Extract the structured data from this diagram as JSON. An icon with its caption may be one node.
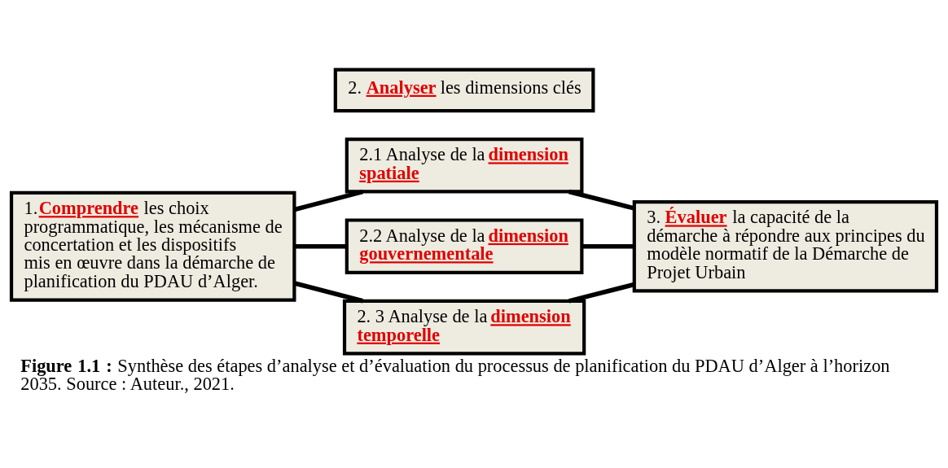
{
  "diagram": {
    "caption": "**Figure 1.1 :** Synthèse des étapes d’analyse et d’évaluation du processus de planification du PDAU d’Alger à l’horizon 2035. Source : Auteur., 2021.",
    "nodes": [
      {
        "text": [
          "2. **Analyser** les dimensions clés"
        ]
      },
      {
        "text": [
          "1.**Comprendre** les choix programmatique, les mécanisme de concertation et les dispositifs mis en œuvre dans la démarche de planification du PDAU d’Alger."
        ]
      },
      {
        "text": [
          "2.1 Analyse de la **dimension spatiale**"
        ]
      },
      {
        "text": [
          "2.2 Analyse de la **dimension gouvernementale**"
        ]
      },
      {
        "text": [
          "2. 3 Analyse de la **dimension temporelle**"
        ]
      },
      {
        "text": [
          "3. **Évaluer** la capacité de la démarche à répondre aux principes du modèle normatif de la Démarche de Projet Urbain"
        ]
      }
    ],
    "edges": [
      {
        "from": 1,
        "to": 2,
        "arrow": "none"
      },
      {
        "from": 1,
        "to": 3,
        "arrow": "none"
      },
      {
        "from": 1,
        "to": 4,
        "arrow": "none"
      },
      {
        "from": 2,
        "to": 5,
        "arrow": "none"
      },
      {
        "from": 3,
        "to": 5,
        "arrow": "none"
      },
      {
        "from": 4,
        "to": 5,
        "arrow": "none"
      }
    ]
  }
}
